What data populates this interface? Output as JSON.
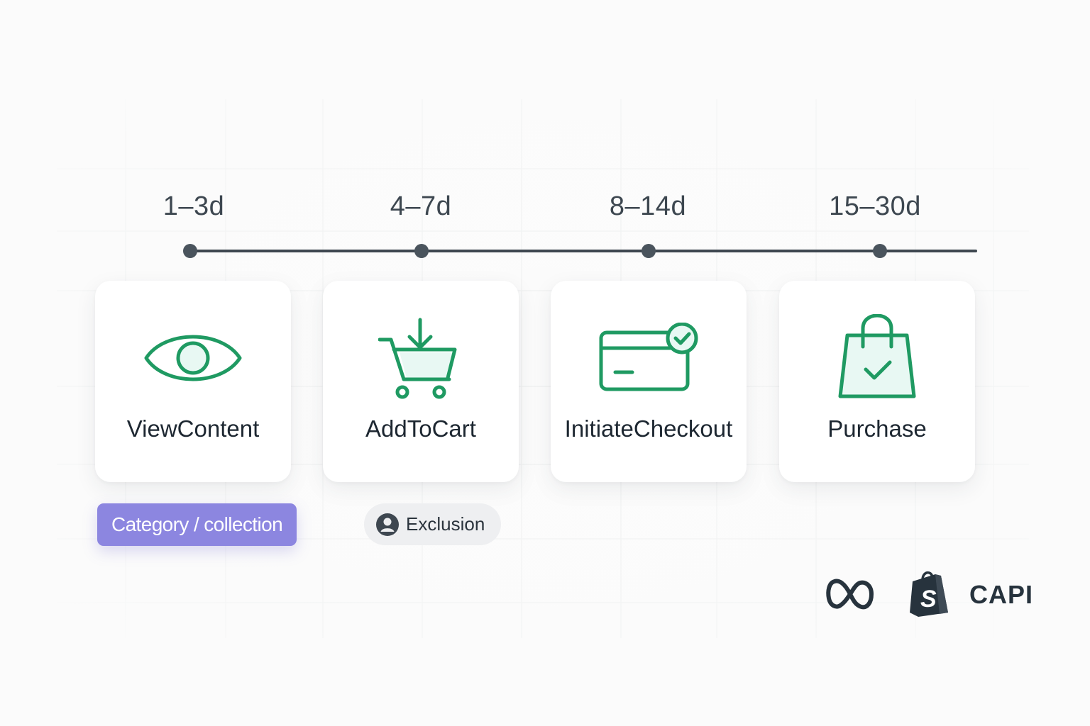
{
  "timeline": {
    "ranges": [
      "1–3d",
      "4–7d",
      "8–14d",
      "15–30d"
    ]
  },
  "events": [
    {
      "label": "ViewContent",
      "icon": "eye-icon"
    },
    {
      "label": "AddToCart",
      "icon": "cart-add-icon"
    },
    {
      "label": "InitiateCheckout",
      "icon": "credit-card-check-icon"
    },
    {
      "label": "Purchase",
      "icon": "shopping-bag-check-icon"
    }
  ],
  "tags": {
    "category": "Category / collection",
    "exclusion": "Exclusion"
  },
  "brands": {
    "meta_logo": "meta-logo-icon",
    "shopify_logo": "shopify-logo-icon",
    "capi": "CAPI"
  },
  "colors": {
    "icon_green": "#1f9a62",
    "icon_fill": "#e8f8f3",
    "tag_purple": "#8c86e0",
    "timeline": "#3e4750"
  }
}
